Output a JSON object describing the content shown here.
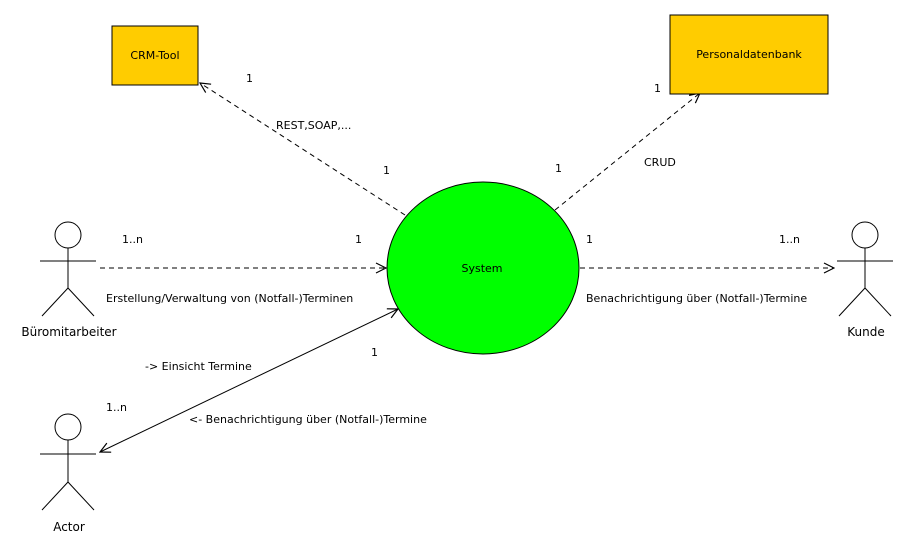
{
  "colors": {
    "box_fill": "#ffcc00",
    "box_stroke": "#000000",
    "system_fill": "#00ff00",
    "line": "#000000"
  },
  "boxes": {
    "crm": {
      "label": "CRM-Tool"
    },
    "personal": {
      "label": "Personaldatenbank"
    }
  },
  "system": {
    "label": "System"
  },
  "actors": {
    "buero": {
      "label": "Büromitarbeiter"
    },
    "kunde": {
      "label": "Kunde"
    },
    "actor": {
      "label": "Actor"
    }
  },
  "edges": {
    "crm": {
      "label": "REST,SOAP,...",
      "mult_box": "1",
      "mult_system": "1"
    },
    "personal": {
      "label": "CRUD",
      "mult_box": "1",
      "mult_system": "1"
    },
    "buero": {
      "label": "Erstellung/Verwaltung von (Notfall-)Terminen",
      "mult_actor": "1..n",
      "mult_system": "1"
    },
    "kunde": {
      "label": "Benachrichtigung über (Notfall-)Termine",
      "mult_actor": "1..n",
      "mult_system": "1"
    },
    "actor": {
      "label_to_system": "-> Einsicht Termine",
      "label_to_actor": "<- Benachrichtigung über (Notfall-)Termine",
      "mult_actor": "1..n",
      "mult_system": "1"
    }
  }
}
